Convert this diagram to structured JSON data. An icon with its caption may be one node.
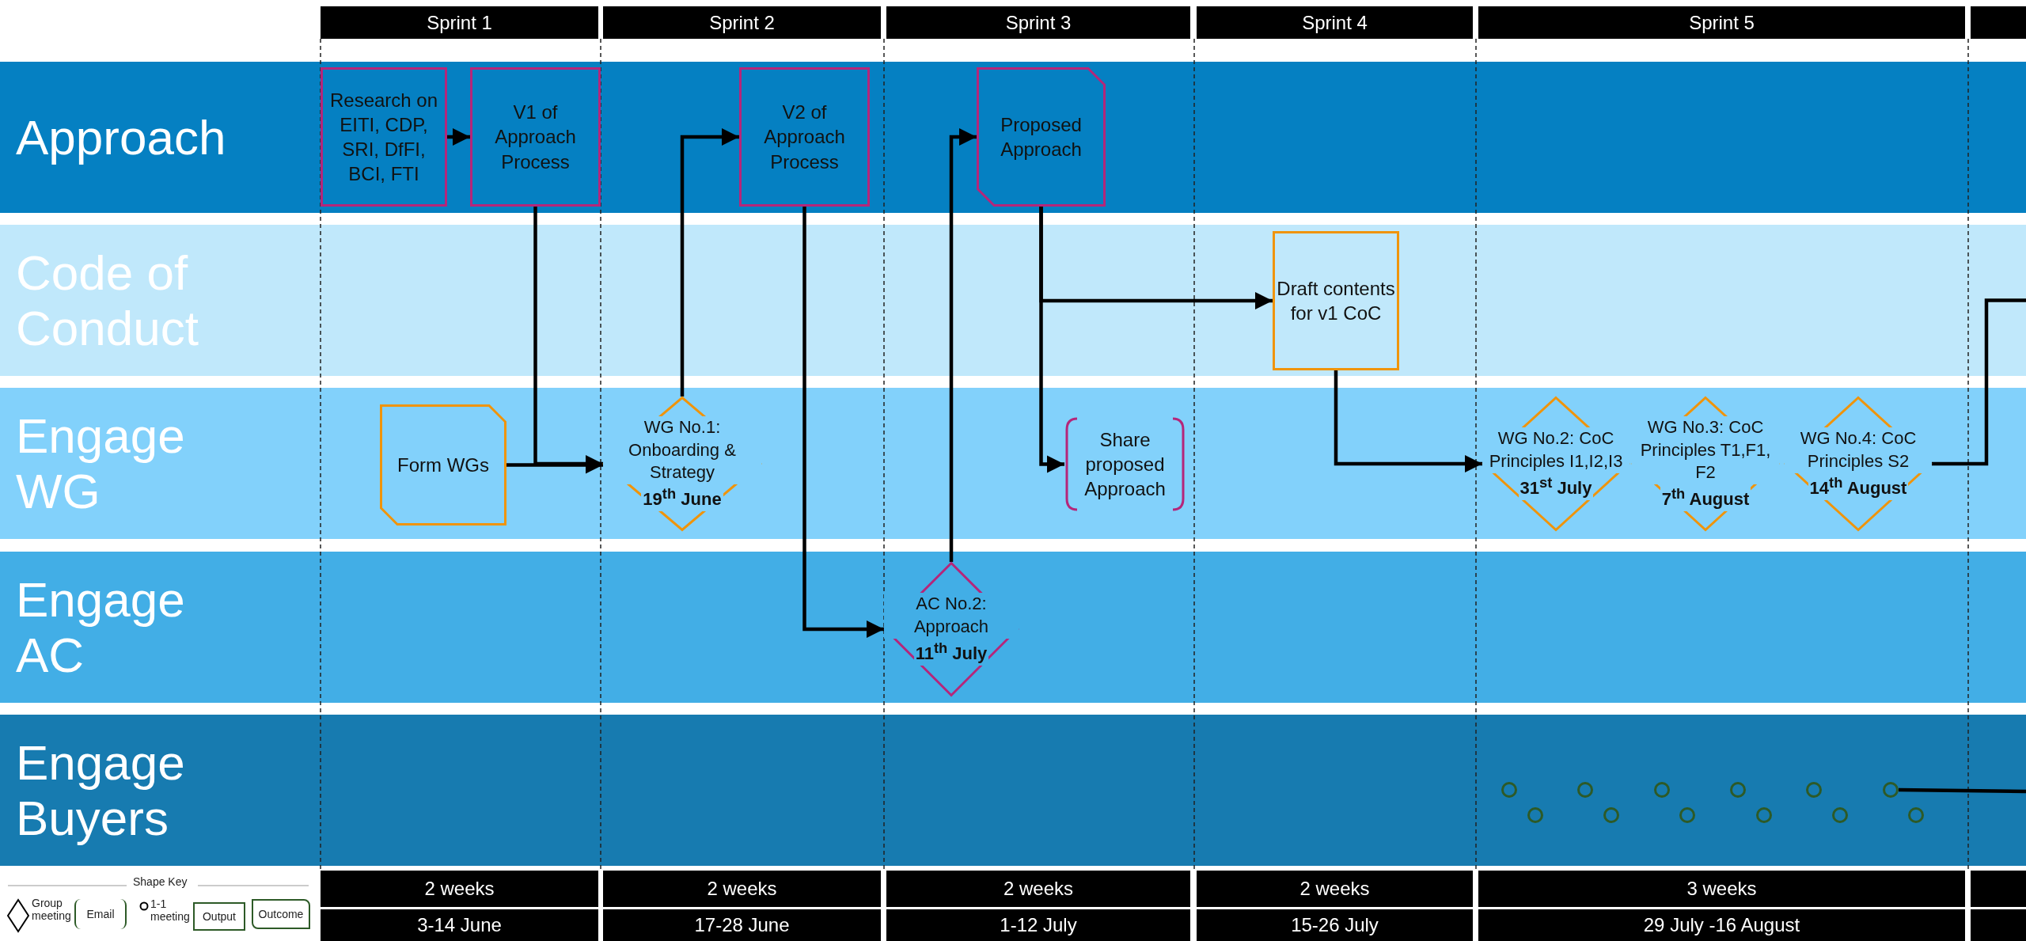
{
  "diagram": {
    "nodes": [
      {
        "text": [
          "Sprint 1"
        ]
      },
      {
        "text": [
          "Sprint 2"
        ]
      },
      {
        "text": [
          "Sprint 3"
        ]
      },
      {
        "text": [
          "Sprint 4"
        ]
      },
      {
        "text": [
          "Sprint 5"
        ]
      },
      {
        "text": [],
        "shape": "bar"
      },
      {
        "text": [
          "Approach"
        ]
      },
      {
        "text": [
          "Research on EITI, CDP, SRI, DfFI, BCI, FTI"
        ],
        "in": 6
      },
      {
        "text": [
          "V1 of Approach Process"
        ],
        "in": 6
      },
      {
        "text": [
          "V2 of Approach Process"
        ],
        "in": 6
      },
      {
        "text": [
          "Proposed Approach"
        ],
        "in": 6
      },
      {
        "text": [
          "Code of Conduct"
        ]
      },
      {
        "text": [
          "Draft contents for v1 CoC"
        ],
        "in": 11
      },
      {
        "text": [
          "Engage WG"
        ]
      },
      {
        "text": [
          "Form WGs"
        ],
        "in": 13
      },
      {
        "text": [
          "WG No.1: Onboarding & Strategy",
          "19$^{th}$ June"
        ],
        "in": 13
      },
      {
        "text": [
          "Share proposed Approach"
        ],
        "in": 13
      },
      {
        "text": [
          "WG No.2: CoC Principles I1,I2,I3",
          "31$^{st}$ July"
        ],
        "in": 13
      },
      {
        "text": [
          "WG No.3: CoC Principles T1,F1, F2",
          "7$^{th}$ August"
        ],
        "in": 13
      },
      {
        "text": [
          "WG No.4: CoC Principles S2",
          "14$^{th}$ August"
        ],
        "in": 13
      },
      {
        "text": [
          "Engage AC"
        ]
      },
      {
        "text": [
          "AC No.2: Approach",
          "11$^{th}$ July"
        ],
        "in": 20
      },
      {
        "text": [
          "Engage Buyers"
        ]
      },
      {
        "text": [],
        "shape": "circle",
        "in": 22
      },
      {
        "text": [],
        "shape": "circle",
        "in": 22
      },
      {
        "text": [],
        "shape": "circle",
        "in": 22
      },
      {
        "text": [],
        "shape": "circle",
        "in": 22
      },
      {
        "text": [],
        "shape": "circle",
        "in": 22
      },
      {
        "text": [],
        "shape": "circle",
        "in": 22
      },
      {
        "text": [],
        "shape": "circle",
        "in": 22
      },
      {
        "text": [],
        "shape": "circle",
        "in": 22
      },
      {
        "text": [],
        "shape": "circle",
        "in": 22
      },
      {
        "text": [],
        "shape": "circle",
        "in": 22
      },
      {
        "text": [],
        "shape": "circle",
        "in": 22
      },
      {
        "text": [],
        "shape": "circle",
        "in": 22
      },
      {
        "text": [
          "2 weeks"
        ]
      },
      {
        "text": [
          "2 weeks"
        ]
      },
      {
        "text": [
          "2 weeks"
        ]
      },
      {
        "text": [
          "2 weeks"
        ]
      },
      {
        "text": [
          "3 weeks"
        ]
      },
      {
        "text": [],
        "shape": "bar"
      },
      {
        "text": [
          "3-14 June"
        ]
      },
      {
        "text": [
          "17-28 June"
        ]
      },
      {
        "text": [
          "1-12 July"
        ]
      },
      {
        "text": [
          "15-26 July"
        ]
      },
      {
        "text": [
          "29 July -16 August"
        ]
      },
      {
        "text": [],
        "shape": "bar"
      }
    ],
    "edges": [
      {
        "from": 7,
        "to": 8,
        "arrow": "to"
      },
      {
        "from": 14,
        "to": 15,
        "arrow": "to"
      },
      {
        "from": 8,
        "to": 15,
        "arrow": "to"
      },
      {
        "from": 15,
        "to": 9,
        "arrow": "to"
      },
      {
        "from": 9,
        "to": 21,
        "arrow": "to"
      },
      {
        "from": 21,
        "to": 10,
        "arrow": "to"
      },
      {
        "from": 10,
        "to": 12,
        "arrow": "to"
      },
      {
        "from": 10,
        "to": 16,
        "arrow": "to"
      },
      {
        "from": 12,
        "to": 17,
        "arrow": "to"
      },
      {
        "from": 19,
        "to": 11,
        "arrow": "none"
      },
      {
        "from": 33,
        "to": null,
        "arrow": "none"
      }
    ],
    "labels": [
      "Shape Key"
    ],
    "legend": [
      {
        "text": "Group meeting"
      },
      {
        "text": "Email"
      },
      {
        "text": "1-1 meeting"
      },
      {
        "text": "Output"
      },
      {
        "text": "Outcome"
      }
    ]
  }
}
